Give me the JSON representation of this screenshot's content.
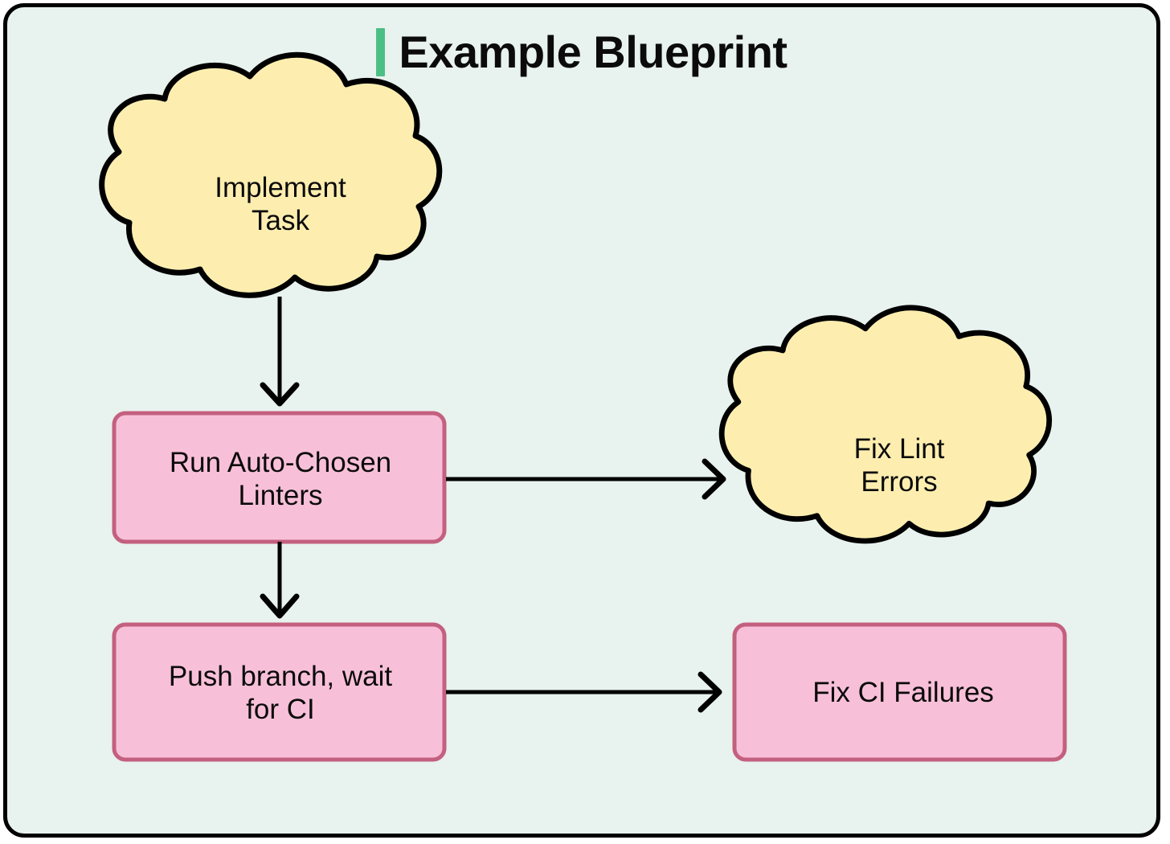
{
  "page": {
    "title": "Example Blueprint",
    "background_color": "#e8f2ef",
    "border_color": "#000000",
    "accent_color": "#4cbf85"
  },
  "theme": {
    "cloud_fill": "#fdeeb0",
    "cloud_stroke": "#000000",
    "box_fill": "#f8c0d8",
    "box_stroke": "#c4607f",
    "edge_color": "#000000",
    "text_color": "#0b0b0b"
  },
  "diagram": {
    "type": "flowchart",
    "orientation": "top-to-bottom",
    "nodes": [
      {
        "id": "implement-task",
        "label": "Implement\nTask",
        "shape": "cloud",
        "fill": "#fdeeb0",
        "stroke": "#000000",
        "column": "left",
        "row": 1
      },
      {
        "id": "run-linters",
        "label": "Run Auto-Chosen\nLinters",
        "shape": "rounded-rectangle",
        "fill": "#f8c0d8",
        "stroke": "#c4607f",
        "column": "left",
        "row": 2
      },
      {
        "id": "fix-lint-errors",
        "label": "Fix Lint\nErrors",
        "shape": "cloud",
        "fill": "#fdeeb0",
        "stroke": "#000000",
        "column": "right",
        "row": 2
      },
      {
        "id": "push-branch",
        "label": "Push branch, wait\nfor CI",
        "shape": "rounded-rectangle",
        "fill": "#f8c0d8",
        "stroke": "#c4607f",
        "column": "left",
        "row": 3
      },
      {
        "id": "fix-ci-failures",
        "label": "Fix CI Failures",
        "shape": "rounded-rectangle",
        "fill": "#f8c0d8",
        "stroke": "#c4607f",
        "column": "right",
        "row": 3
      }
    ],
    "edges": [
      {
        "id": "edge-implement-to-linters",
        "from": "implement-task",
        "to": "run-linters",
        "direction": "down",
        "label": "",
        "arrowhead": "open-chevron"
      },
      {
        "id": "edge-linters-to-fixlint",
        "from": "run-linters",
        "to": "fix-lint-errors",
        "direction": "right",
        "label": "",
        "arrowhead": "open-chevron"
      },
      {
        "id": "edge-linters-to-push",
        "from": "run-linters",
        "to": "push-branch",
        "direction": "down",
        "label": "",
        "arrowhead": "open-chevron"
      },
      {
        "id": "edge-push-to-fixci",
        "from": "push-branch",
        "to": "fix-ci-failures",
        "direction": "right",
        "label": "",
        "arrowhead": "open-chevron"
      }
    ]
  }
}
